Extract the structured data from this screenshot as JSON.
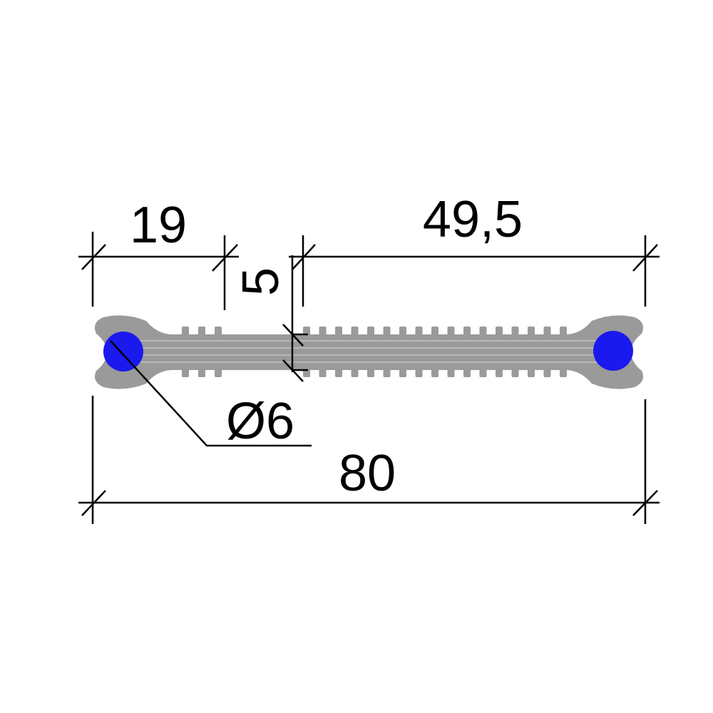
{
  "dimensions": {
    "left_bulb_width": "19",
    "center_to_right": "49,5",
    "thickness": "5",
    "bar_diameter": "Ø6",
    "total_width": "80"
  },
  "colors": {
    "profile": "#9a9a9a",
    "profile_stripe": "#b8b8b8",
    "rebar": "#1a1aee",
    "line": "#000000"
  }
}
